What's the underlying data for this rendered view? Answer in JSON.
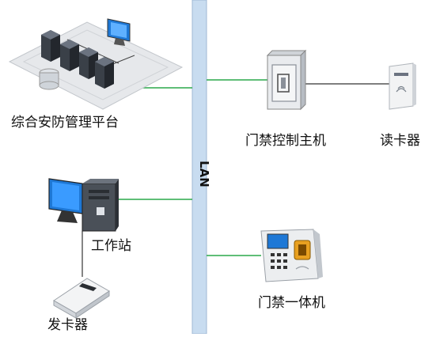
{
  "backbone": {
    "label": "LAN"
  },
  "nodes": {
    "security_platform": {
      "label": "综合安防管理平台"
    },
    "access_controller": {
      "label": "门禁控制主机"
    },
    "card_reader": {
      "label": "读卡器"
    },
    "workstation": {
      "label": "工作站"
    },
    "access_terminal": {
      "label": "门禁一体机"
    },
    "card_issuer": {
      "label": "发卡器"
    }
  },
  "colors": {
    "lan_bar": "#c8dcf0",
    "link_green": "#2aa84a",
    "link_dark": "#333333",
    "monitor_blue": "#1e78d6"
  }
}
